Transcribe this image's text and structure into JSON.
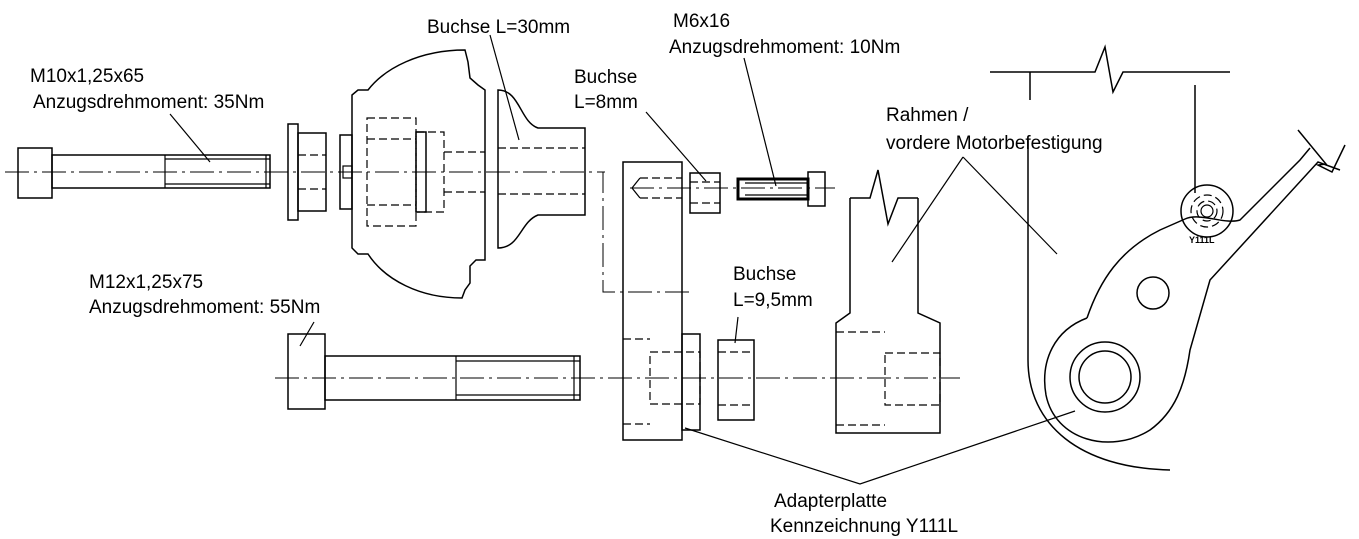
{
  "labels": {
    "m10_size": "M10x1,25x65",
    "m10_torque": "Anzugsdrehmoment: 35Nm",
    "bushing30": "Buchse L=30mm",
    "m6_size": "M6x16",
    "m6_torque": "Anzugsdrehmoment: 10Nm",
    "bushing8_name": "Buchse",
    "bushing8_len": "L=8mm",
    "frame_line1": "Rahmen /",
    "frame_line2": "vordere Motorbefestigung",
    "m12_size": "M12x1,25x75",
    "m12_torque": "Anzugsdrehmoment: 55Nm",
    "bushing95_name": "Buchse",
    "bushing95_len": "L=9,5mm",
    "adapter_line1": "Adapterplatte",
    "adapter_line2": "Kennzeichnung Y111L",
    "arm_mark": "Y111L"
  }
}
